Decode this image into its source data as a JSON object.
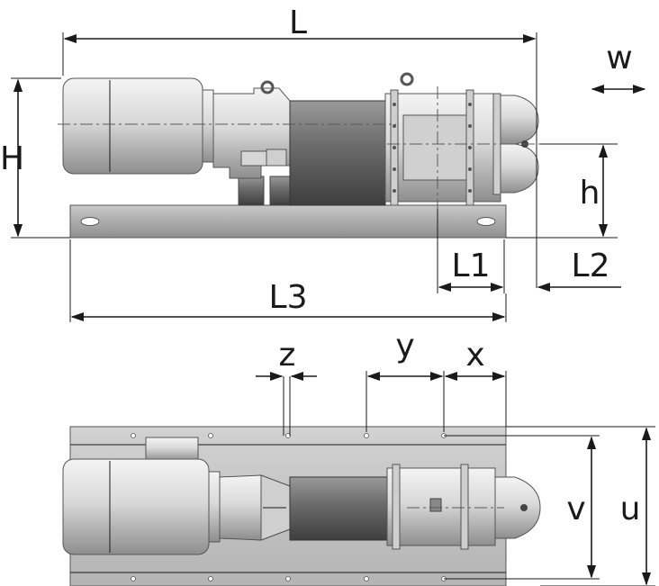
{
  "labels": {
    "L": "L",
    "w": "w",
    "H": "H",
    "h": "h",
    "L1": "L1",
    "L2": "L2",
    "L3": "L3",
    "z": "z",
    "y": "y",
    "x": "x",
    "v": "v",
    "u": "u"
  },
  "colors": {
    "line": "#1a1a1a",
    "metal_light": "#e2e2e2",
    "metal_mid": "#bdbdbd",
    "metal_dark": "#7a7a7a",
    "base": "#a9a9a9"
  }
}
